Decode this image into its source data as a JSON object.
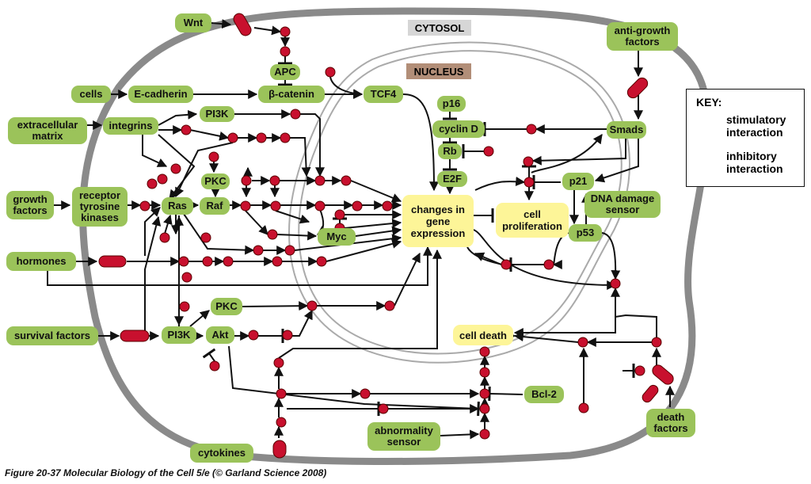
{
  "labels": {
    "cytosol": "CYTOSOL",
    "nucleus": "NUCLEUS"
  },
  "key": {
    "title": "KEY:",
    "stimulatory": "stimulatory interaction",
    "inhibitory": "inhibitory interaction"
  },
  "nodes": {
    "wnt": "Wnt",
    "apc": "APC",
    "cells": "cells",
    "ecadherin": "E-cadherin",
    "bcatenin": "β-catenin",
    "tcf4": "TCF4",
    "ecm": "extracellular matrix",
    "integrins": "integrins",
    "pi3k_top": "PI3K",
    "growth": "growth factors",
    "rtk": "receptor tyrosine kinases",
    "ras": "Ras",
    "raf": "Raf",
    "pkc_top": "PKC",
    "myc": "Myc",
    "hormones": "hormones",
    "survival": "survival factors",
    "pi3k_bottom": "PI3K",
    "akt": "Akt",
    "pkc_bottom": "PKC",
    "cytokines": "cytokines",
    "antigrowth": "anti-growth factors",
    "smads": "Smads",
    "p16": "p16",
    "cyclind": "cyclin D",
    "rb": "Rb",
    "e2f": "E2F",
    "p21": "p21",
    "dnadamage": "DNA damage sensor",
    "p53": "p53",
    "bcl2": "Bcl-2",
    "abnormality": "abnormality sensor",
    "death": "death factors",
    "changes": "changes in gene expression",
    "proliferation": "cell proliferation",
    "celldeath": "cell death"
  },
  "caption": "Figure 20-37  Molecular Biology of the Cell 5/e (© Garland Science 2008)",
  "colors": {
    "node_green": "#9bc35a",
    "yellow_box": "#fdf598",
    "red_dot": "#c8102e",
    "cell_membrane": "#8a8a8a",
    "nucleus_label_bg": "#b28e78",
    "cytosol_label_bg": "#d6d6d6"
  }
}
